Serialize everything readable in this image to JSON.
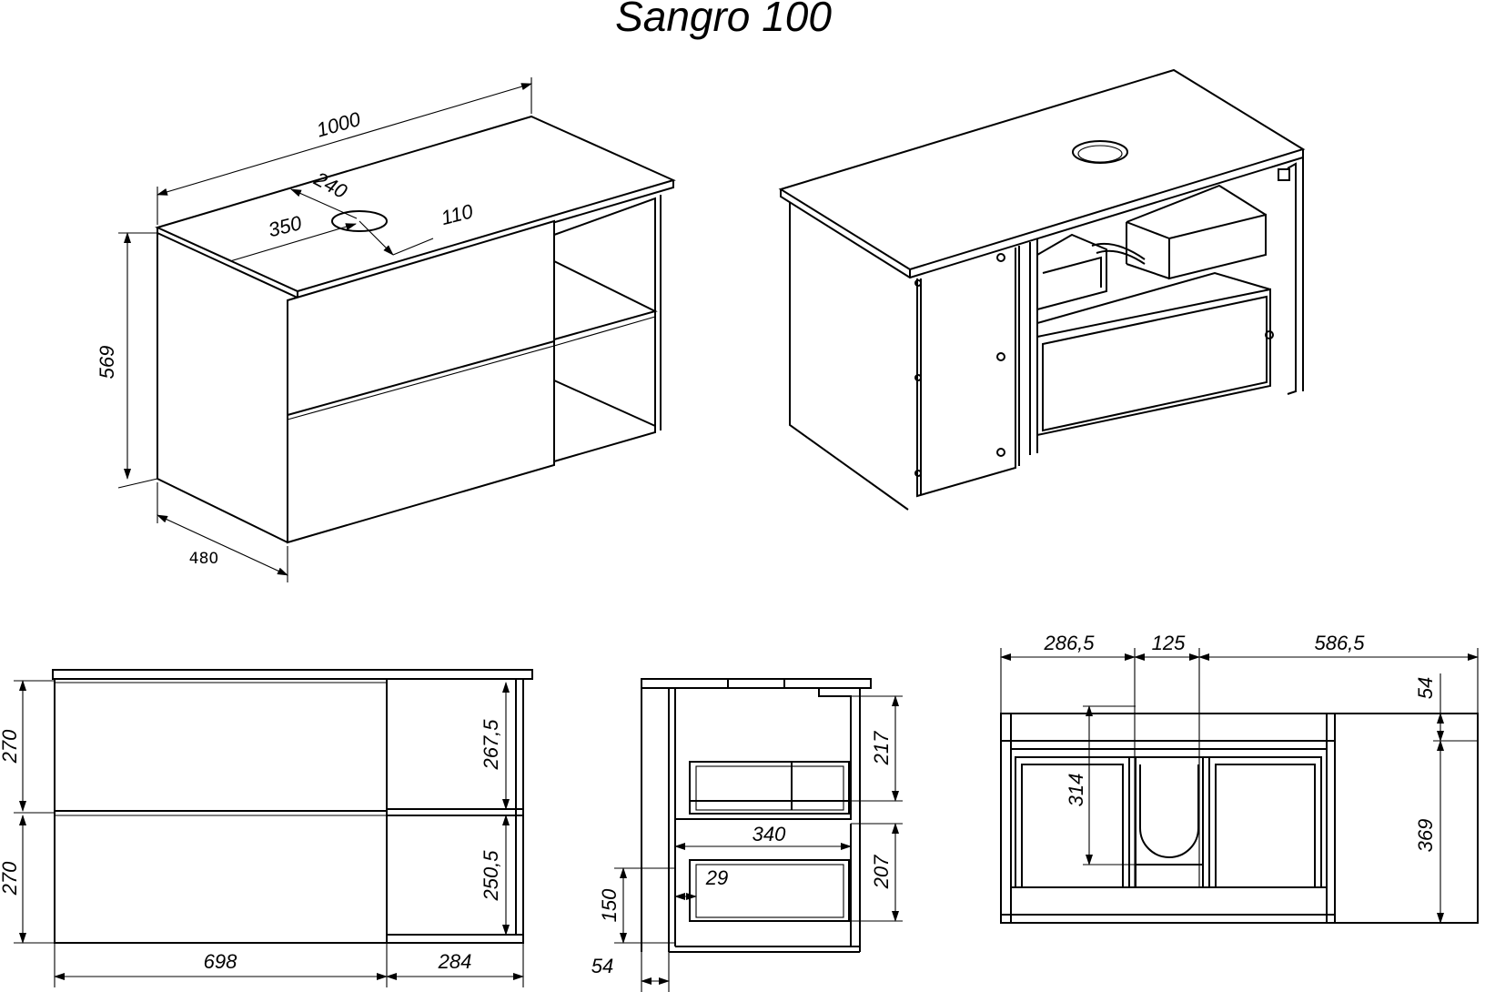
{
  "title": "Sangro 100",
  "iso_front": {
    "width": "1000",
    "height": "569",
    "depth": "480",
    "hole_from_back": "240",
    "hole_from_left": "350",
    "hole_diameter": "110"
  },
  "front_view": {
    "drawer_height_top": "270",
    "drawer_height_bottom": "270",
    "shelf_height_top": "267,5",
    "shelf_height_bottom": "250,5",
    "drawer_width": "698",
    "shelf_width": "284"
  },
  "side_view": {
    "upper_inner_height": "217",
    "lower_inner_height": "207",
    "inner_depth": "340",
    "drawer_offset": "29",
    "bottom_height": "150",
    "front_thickness": "54"
  },
  "top_view": {
    "left_segment": "286,5",
    "middle_segment": "125",
    "right_segment": "586,5",
    "top_thickness": "54",
    "cutout_depth": "314",
    "depth": "369"
  }
}
